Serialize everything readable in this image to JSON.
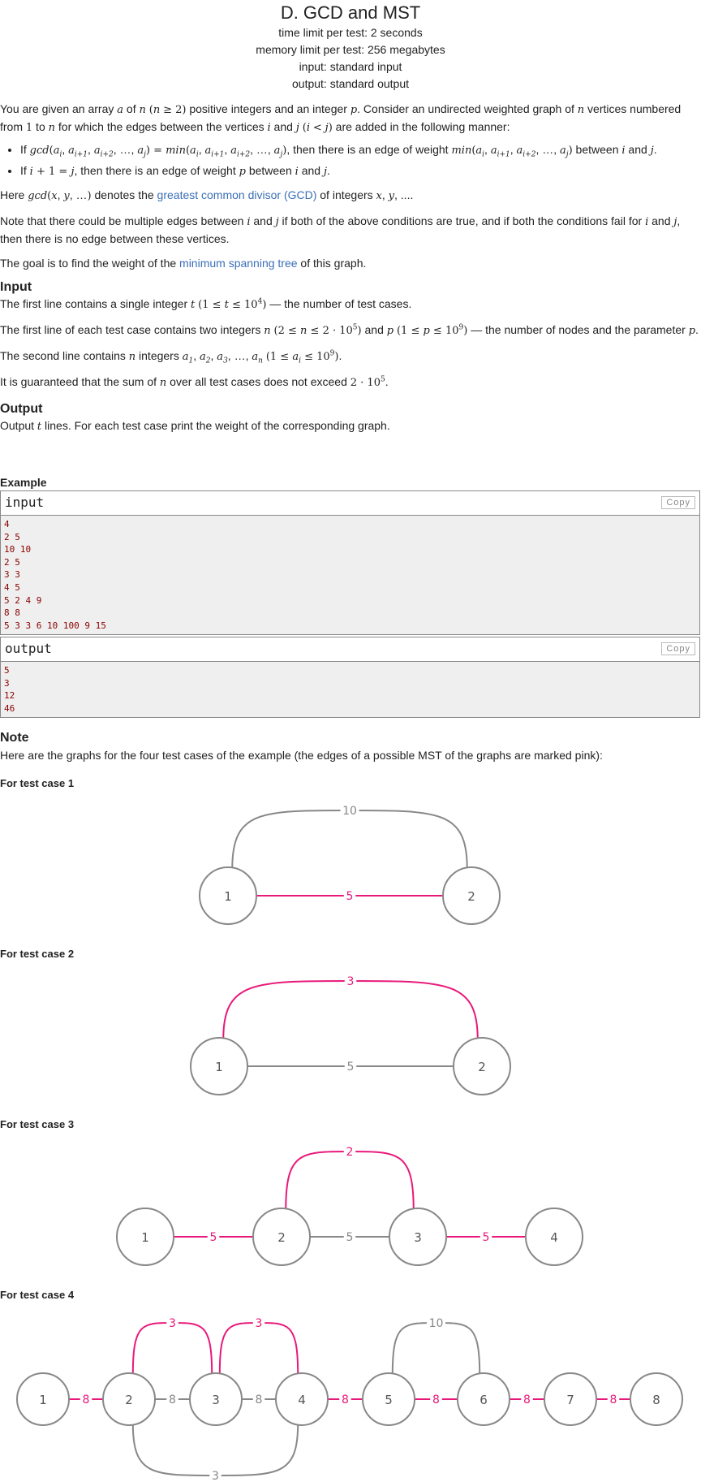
{
  "header": {
    "title": "D. GCD and MST",
    "time_limit": "time limit per test: 2 seconds",
    "memory_limit": "memory limit per test: 256 megabytes",
    "input": "input: standard input",
    "output": "output: standard output"
  },
  "legend": {
    "link_gcd": "greatest common divisor (GCD)",
    "link_mst": "minimum spanning tree"
  },
  "sections": {
    "input": "Input",
    "output": "Output",
    "example": "Example",
    "note": "Note"
  },
  "example": {
    "input_label": "input",
    "output_label": "output",
    "copy": "Copy",
    "input_lines": [
      "4",
      "2 5",
      "10 10",
      "2 5",
      "3 3",
      "4 5",
      "5 2 4 9",
      "8 8",
      "5 3 3 6 10 100 9 15"
    ],
    "output_lines": [
      "5",
      "3",
      "12",
      "46"
    ]
  },
  "note_text": "Here are the graphs for the four test cases of the example (the edges of a possible MST of the graphs are marked pink):",
  "colors": {
    "mst": "#e8197a",
    "edge": "#888888",
    "link": "#3b6fb6"
  },
  "graphs": [
    {
      "heading": "For test case 1",
      "nodes": [
        "1",
        "2"
      ],
      "edges": [
        {
          "u": 0,
          "v": 1,
          "w": "5",
          "mst": true,
          "kind": "straight"
        },
        {
          "u": 0,
          "v": 1,
          "w": "10",
          "mst": false,
          "kind": "arc-up"
        }
      ]
    },
    {
      "heading": "For test case 2",
      "nodes": [
        "1",
        "2"
      ],
      "edges": [
        {
          "u": 0,
          "v": 1,
          "w": "5",
          "mst": false,
          "kind": "straight"
        },
        {
          "u": 0,
          "v": 1,
          "w": "3",
          "mst": true,
          "kind": "arc-up"
        }
      ]
    },
    {
      "heading": "For test case 3",
      "nodes": [
        "1",
        "2",
        "3",
        "4"
      ],
      "edges": [
        {
          "u": 0,
          "v": 1,
          "w": "5",
          "mst": true,
          "kind": "straight"
        },
        {
          "u": 1,
          "v": 2,
          "w": "5",
          "mst": false,
          "kind": "straight"
        },
        {
          "u": 2,
          "v": 3,
          "w": "5",
          "mst": true,
          "kind": "straight"
        },
        {
          "u": 1,
          "v": 2,
          "w": "2",
          "mst": true,
          "kind": "arc-up"
        }
      ]
    },
    {
      "heading": "For test case 4",
      "nodes": [
        "1",
        "2",
        "3",
        "4",
        "5",
        "6",
        "7",
        "8"
      ],
      "edges": [
        {
          "u": 0,
          "v": 1,
          "w": "8",
          "mst": true,
          "kind": "straight"
        },
        {
          "u": 1,
          "v": 2,
          "w": "8",
          "mst": false,
          "kind": "straight"
        },
        {
          "u": 2,
          "v": 3,
          "w": "8",
          "mst": false,
          "kind": "straight"
        },
        {
          "u": 3,
          "v": 4,
          "w": "8",
          "mst": true,
          "kind": "straight"
        },
        {
          "u": 4,
          "v": 5,
          "w": "8",
          "mst": true,
          "kind": "straight"
        },
        {
          "u": 5,
          "v": 6,
          "w": "8",
          "mst": true,
          "kind": "straight"
        },
        {
          "u": 6,
          "v": 7,
          "w": "8",
          "mst": true,
          "kind": "straight"
        },
        {
          "u": 1,
          "v": 2,
          "w": "3",
          "mst": true,
          "kind": "arc-up"
        },
        {
          "u": 2,
          "v": 3,
          "w": "3",
          "mst": true,
          "kind": "arc-up"
        },
        {
          "u": 4,
          "v": 5,
          "w": "10",
          "mst": false,
          "kind": "arc-up"
        },
        {
          "u": 1,
          "v": 3,
          "w": "3",
          "mst": false,
          "kind": "arc-down"
        }
      ]
    }
  ]
}
